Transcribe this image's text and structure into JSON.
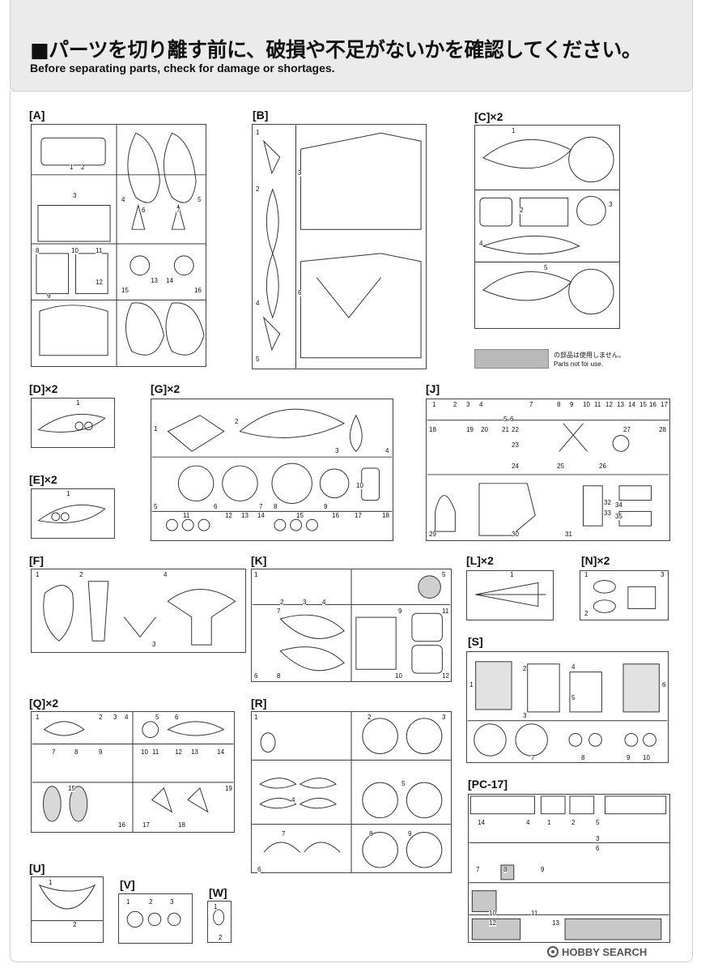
{
  "header": {
    "title_jp": "■パーツを切り離す前に、破損や不足がないかを確認してください。",
    "title_en": "Before separating parts, check for damage or shortages."
  },
  "legend": {
    "jp": "の部品は使用しません。",
    "en": "Parts not for use.",
    "swatch_color": "#b9b9b9"
  },
  "watermark": {
    "text": "HOBBY SEARCH"
  },
  "runners": [
    {
      "id": "A",
      "label": "[A]",
      "numbers": [
        "1",
        "2",
        "3",
        "4",
        "5",
        "6",
        "7",
        "8",
        "9",
        "10",
        "11",
        "12",
        "13",
        "14",
        "15",
        "16"
      ]
    },
    {
      "id": "B",
      "label": "[B]",
      "numbers": [
        "1",
        "2",
        "3",
        "4",
        "5",
        "6"
      ]
    },
    {
      "id": "C",
      "label": "[C]×2",
      "numbers": [
        "1",
        "2",
        "3",
        "4",
        "5"
      ]
    },
    {
      "id": "D",
      "label": "[D]×2",
      "numbers": [
        "1"
      ]
    },
    {
      "id": "E",
      "label": "[E]×2",
      "numbers": [
        "1"
      ]
    },
    {
      "id": "G",
      "label": "[G]×2",
      "numbers": [
        "1",
        "2",
        "3",
        "4",
        "5",
        "6",
        "7",
        "8",
        "9",
        "10",
        "11",
        "12",
        "13",
        "14",
        "15",
        "16",
        "17",
        "18"
      ]
    },
    {
      "id": "J",
      "label": "[J]",
      "numbers": [
        "1",
        "2",
        "3",
        "4",
        "5",
        "6",
        "7",
        "8",
        "9",
        "10",
        "11",
        "12",
        "13",
        "14",
        "15",
        "16",
        "17",
        "18",
        "19",
        "20",
        "21",
        "22",
        "23",
        "24",
        "25",
        "26",
        "27",
        "28",
        "29",
        "30",
        "31",
        "32",
        "33",
        "34",
        "35"
      ]
    },
    {
      "id": "F",
      "label": "[F]",
      "numbers": [
        "1",
        "2",
        "3",
        "4"
      ]
    },
    {
      "id": "K",
      "label": "[K]",
      "numbers": [
        "1",
        "2",
        "3",
        "4",
        "5",
        "6",
        "7",
        "8",
        "9",
        "10",
        "11",
        "12"
      ]
    },
    {
      "id": "L",
      "label": "[L]×2",
      "numbers": [
        "1"
      ]
    },
    {
      "id": "N",
      "label": "[N]×2",
      "numbers": [
        "1",
        "2",
        "3"
      ]
    },
    {
      "id": "S",
      "label": "[S]",
      "numbers": [
        "1",
        "2",
        "3",
        "4",
        "5",
        "6",
        "7",
        "8",
        "9",
        "10"
      ]
    },
    {
      "id": "Q",
      "label": "[Q]×2",
      "numbers": [
        "1",
        "2",
        "3",
        "4",
        "5",
        "6",
        "7",
        "8",
        "9",
        "10",
        "11",
        "12",
        "13",
        "14",
        "15",
        "16",
        "17",
        "18",
        "19"
      ]
    },
    {
      "id": "R",
      "label": "[R]",
      "numbers": [
        "1",
        "2",
        "3",
        "4",
        "5",
        "6",
        "7",
        "8",
        "9"
      ]
    },
    {
      "id": "PC",
      "label": "[PC-17]",
      "numbers": [
        "1",
        "2",
        "3",
        "4",
        "5",
        "6",
        "7",
        "8",
        "9",
        "10",
        "11",
        "12",
        "13",
        "14"
      ]
    },
    {
      "id": "U",
      "label": "[U]",
      "numbers": [
        "1",
        "2"
      ]
    },
    {
      "id": "V",
      "label": "[V]",
      "numbers": [
        "1",
        "2",
        "3"
      ]
    },
    {
      "id": "W",
      "label": "[W]",
      "numbers": [
        "1",
        "2"
      ]
    }
  ]
}
